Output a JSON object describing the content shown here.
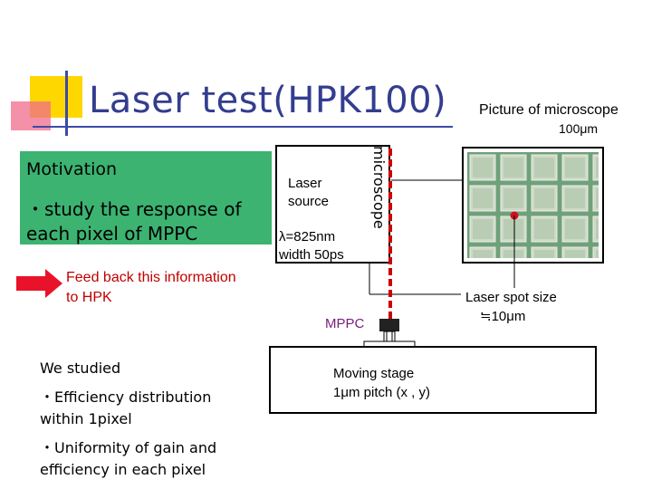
{
  "slide": {
    "title": "Laser test(HPK100)",
    "picture_label": "Picture of microscope",
    "scale_label": "100μm",
    "colors": {
      "title": "#333d8f",
      "motivation_bg": "#3cb371",
      "feedback_text": "#c00000",
      "arrow": "#e8132a",
      "mppc_text": "#7a1c7a",
      "laser_path": "#cc0000"
    }
  },
  "motivation": {
    "title": "Motivation",
    "line1": "・study the response of",
    "line2": "each pixel of MPPC"
  },
  "feedback": {
    "line1": "Feed back this information",
    "line2": "to HPK",
    "arrow_icon": "right-arrow-icon"
  },
  "studied": {
    "heading": "We studied",
    "item1_line1": "・Efficiency distribution",
    "item1_line2": "within 1pixel",
    "item2_line1": "・Uniformity of gain and",
    "item2_line2": "efficiency in each pixel"
  },
  "setup": {
    "laser_line1": "Laser",
    "laser_line2": "source",
    "wavelength": "λ=825nm",
    "width": "width 50ps",
    "microscope": "microscope",
    "mppc": "MPPC",
    "stage_line1": "Moving stage",
    "stage_line2": "1μm pitch (x , y)",
    "spot_line1": "Laser spot size",
    "spot_line2": "≒10μm"
  }
}
